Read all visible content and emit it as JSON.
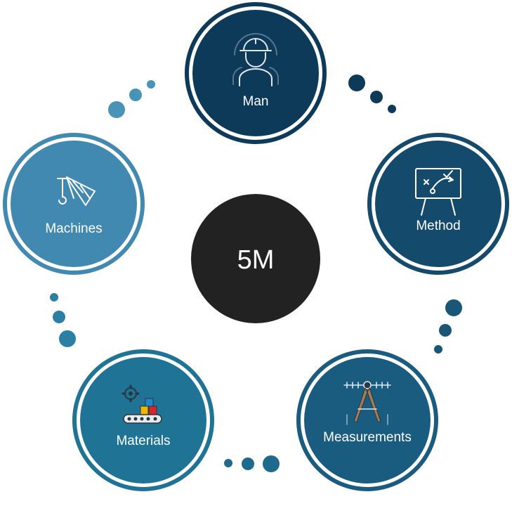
{
  "center": {
    "label": "5M",
    "color": "#222222"
  },
  "nodes": [
    {
      "id": "man",
      "label": "Man",
      "icon": "worker-helmet-icon",
      "color": "#0e3a5a"
    },
    {
      "id": "method",
      "label": "Method",
      "icon": "whiteboard-strategy-icon",
      "color": "#144a6c"
    },
    {
      "id": "measurements",
      "label": "Measurements",
      "icon": "compass-ruler-icon",
      "color": "#1a5c80"
    },
    {
      "id": "materials",
      "label": "Materials",
      "icon": "conveyor-boxes-icon",
      "color": "#1f7394"
    },
    {
      "id": "machines",
      "label": "Machines",
      "icon": "crane-icon",
      "color": "#4189b0"
    }
  ],
  "dot_color": "#2a6f93"
}
